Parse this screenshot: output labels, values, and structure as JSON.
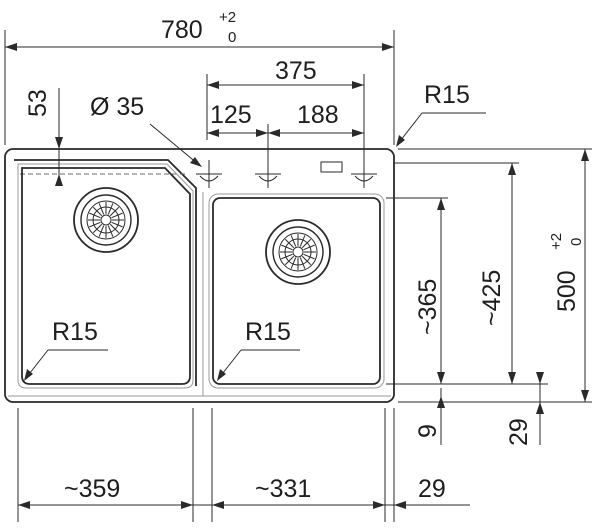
{
  "dimensions": {
    "total_width": "780",
    "total_width_tol_upper": "+2",
    "total_width_tol_lower": "0",
    "bowls_span": "375",
    "tap_hole_spacing_1": "125",
    "tap_hole_spacing_2": "188",
    "hole_diameter": "Ø 35",
    "edge_offset": "53",
    "corner_radius_top": "R15",
    "corner_radius_left_bowl": "R15",
    "corner_radius_right_bowl": "R15",
    "right_bowl_depth": "~365",
    "left_bowl_depth": "~425",
    "total_depth": "500",
    "total_depth_tol_upper": "+2",
    "total_depth_tol_lower": "0",
    "bottom_offset_9": "9",
    "bottom_offset_29": "29",
    "left_bowl_width": "~359",
    "right_bowl_width": "~331",
    "right_margin": "29"
  }
}
